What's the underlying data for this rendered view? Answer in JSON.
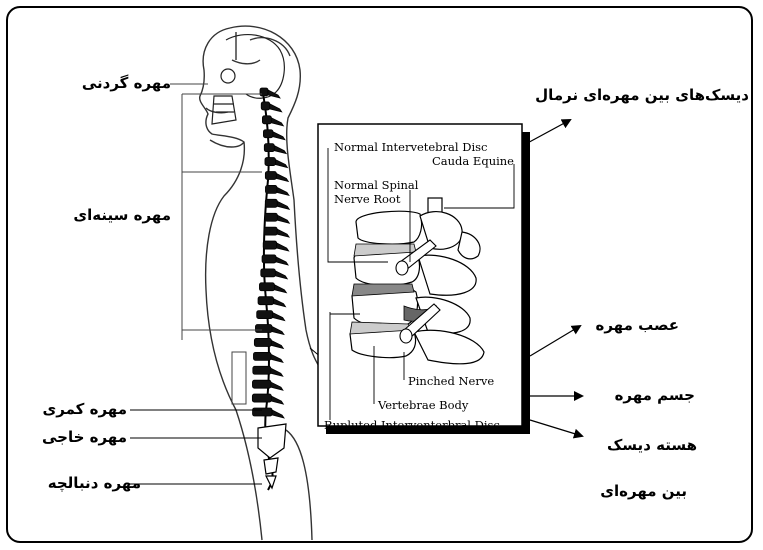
{
  "persian_labels": {
    "cervical": "مهره گردنی",
    "thoracic": "مهره سینه‌ای",
    "lumbar": "مهره کمری",
    "sacral": "مهره خاجی",
    "coccyx": "مهره دنبالچه",
    "normal_discs": "دیسک‌های بین مهره‌ای نرمال",
    "nerve": "عصب مهره",
    "body": "جسم مهره",
    "nucleus_line1": "هسته دیسک",
    "nucleus_line2": "بین مهره‌ای"
  },
  "english_labels": {
    "normal_disc": "Normal Intervetebral Disc",
    "cauda": "Cauda Equine",
    "spinal_root_1": "Normal Spinal",
    "spinal_root_2": "Nerve Root",
    "pinched": "Pinched Nerve",
    "vertebrae_body": "Vertebrae Body",
    "ruptured": "Rupluted Intervonterbral Disc"
  }
}
